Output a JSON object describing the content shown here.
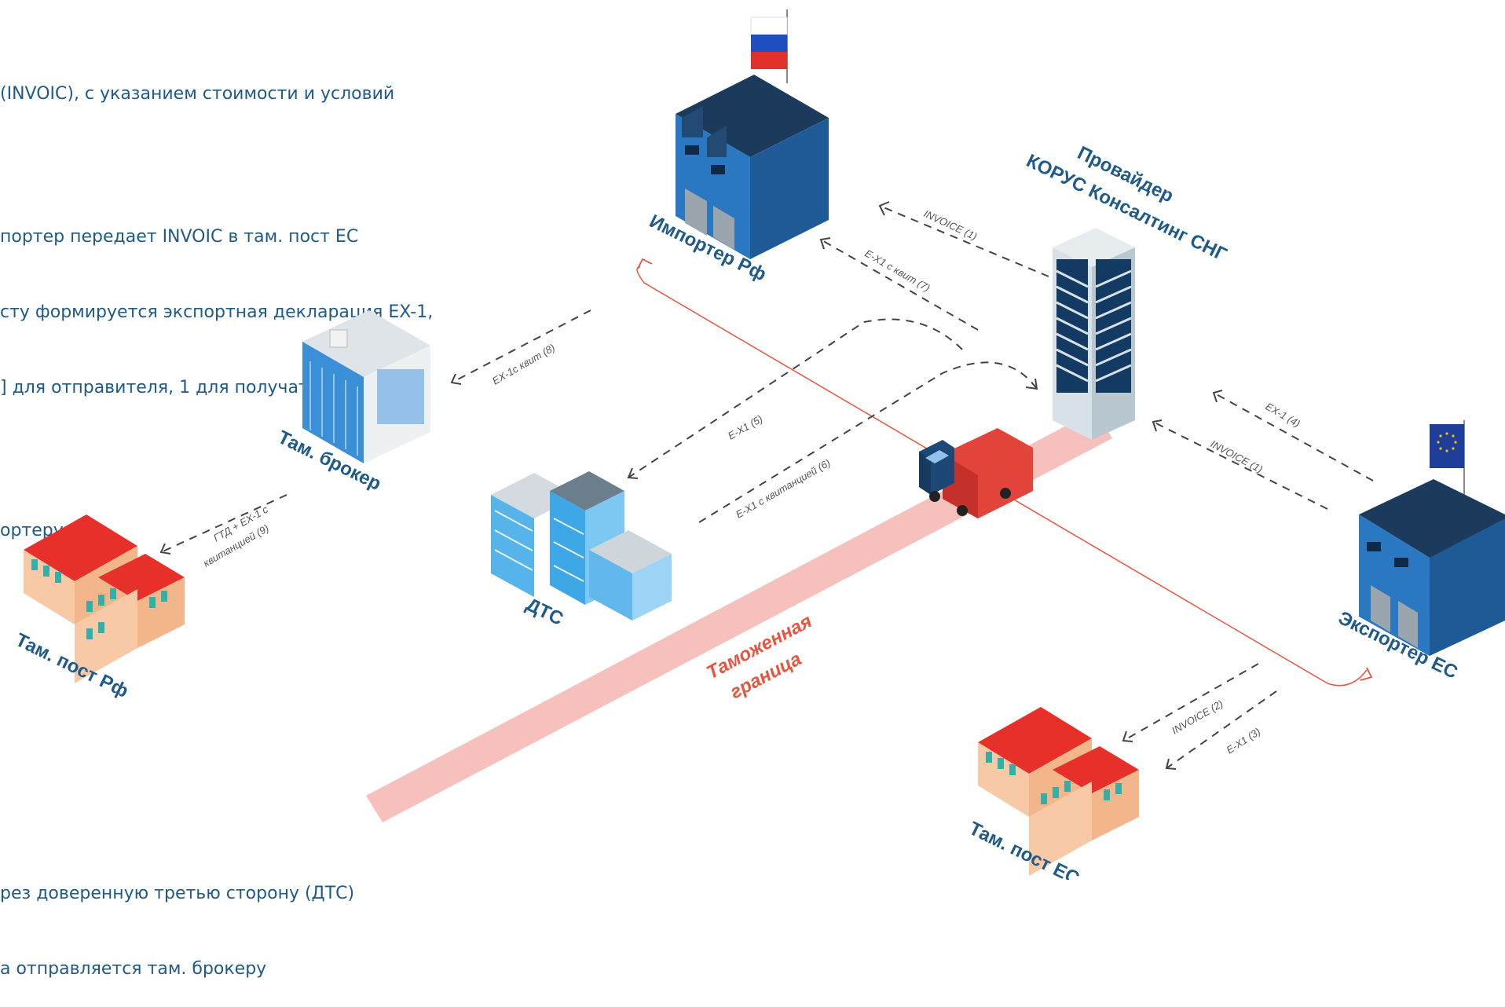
{
  "text_top": [
    "(INVOIC), с указанием стоимости и условий",
    "",
    "портер передает INVOIC в там. пост ЕС",
    "сту формируется экспортная декларация EX-1,",
    "] для отправителя, 1 для получателя). EX-1",
    "",
    "ортеру"
  ],
  "text_bottom": [
    "рез доверенную третью сторону (ДТС)",
    "а отправляется там. брокеру"
  ],
  "labels": {
    "importer": "Импортер Рф",
    "provider_line1": "Провайдер",
    "provider_line2": "КОРУС Консалтинг СНГ",
    "broker": "Там. брокер",
    "post_rf": "Там. пост Рф",
    "dts": "ДТС",
    "exporter": "Экспортер ЕС",
    "post_eu": "Там. пост ЕС",
    "border_line1": "Таможенная",
    "border_line2": "граница"
  },
  "messages": {
    "invoice1_imp": "INVOICE (1)",
    "ex1_kvit7": "E-X1 с квит (7)",
    "ex1_kvit8": "EX-1с квит (8)",
    "ex1_5": "E-X1 (5)",
    "ex1_kvit6": "E-X1 с квитанцией (6)",
    "gtd_line1": "ГТД + EX-1 с",
    "gtd_line2": "квитанцией (9)",
    "ex1_4": "EX-1 (4)",
    "invoice1_exp": "INVOICE (1)",
    "invoice2": "INVOICE (2)",
    "ex1_3": "E-X1 (3)"
  },
  "colors": {
    "text": "#1e5a8a",
    "border_band": "#f6c1bc",
    "border_text": "#e8553e",
    "route_line": "#e8553e",
    "arrows": "#444444"
  }
}
